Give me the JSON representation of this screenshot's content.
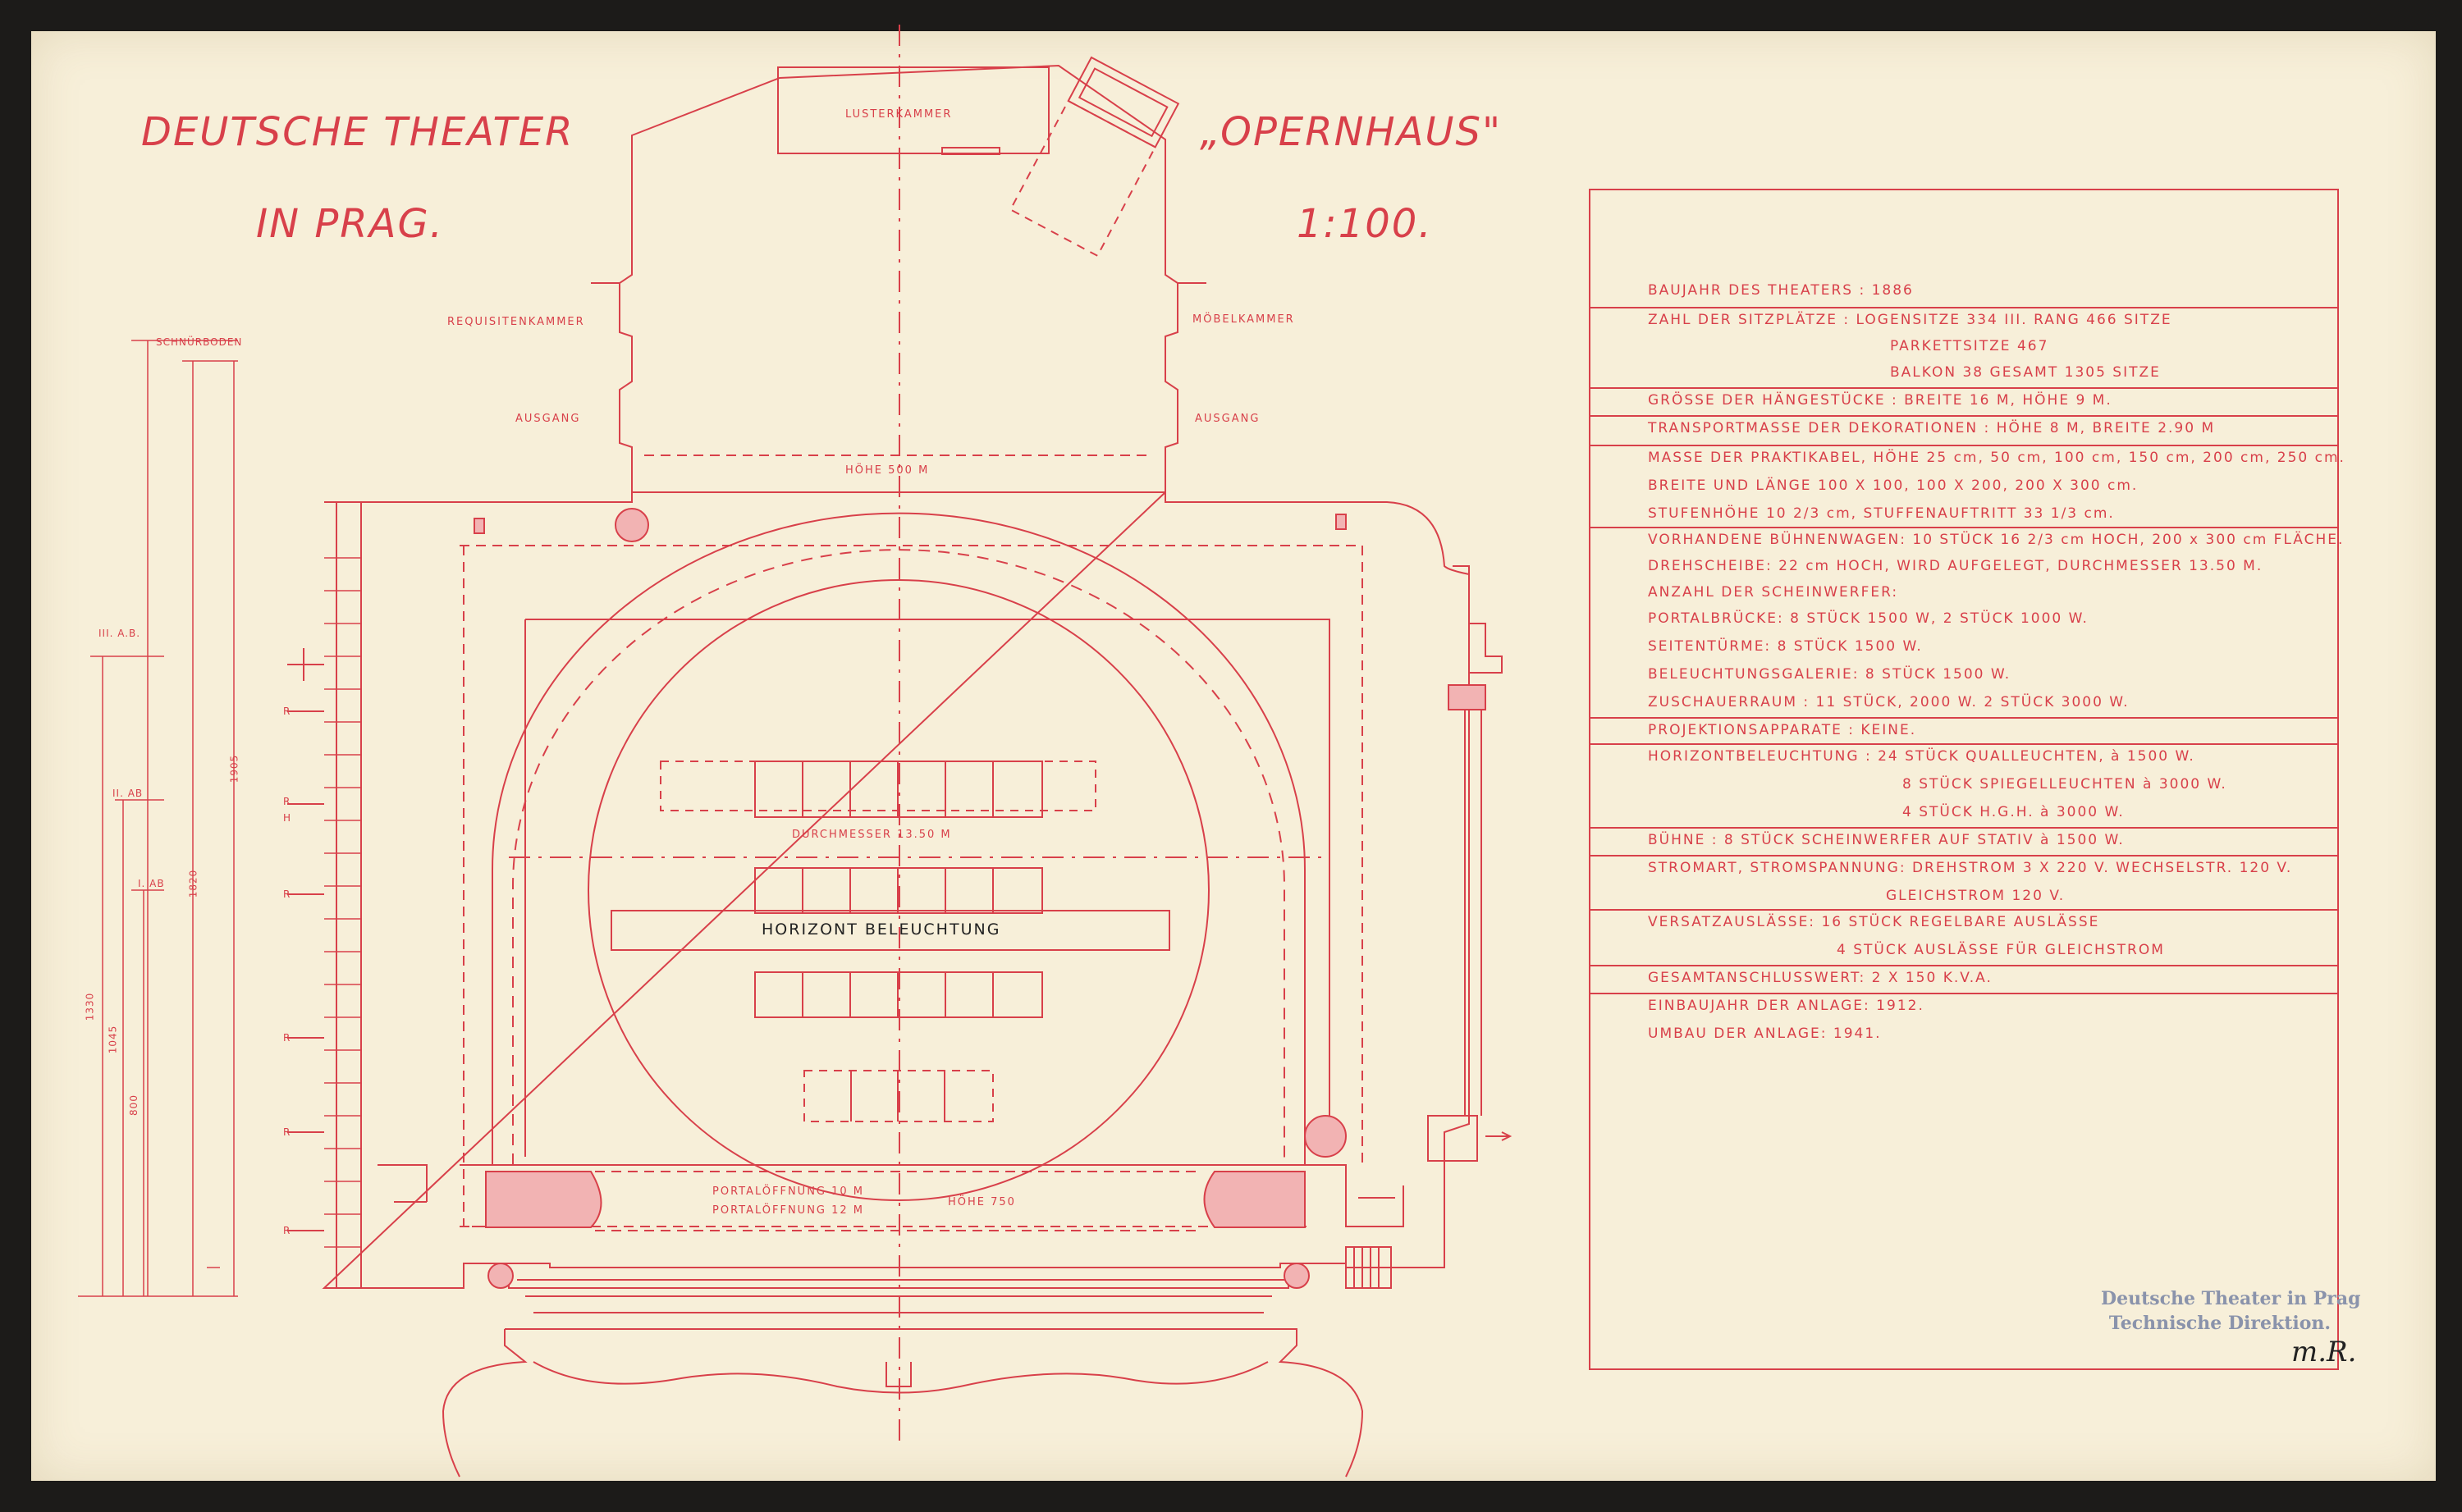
{
  "header": {
    "title_left_1": "DEUTSCHE THEATER",
    "title_left_2": "IN PRAG.",
    "title_right_1": "„OPERNHAUS\"",
    "title_right_2": "1:100."
  },
  "plan_labels": {
    "lusterkammer": "LUSTERKAMMER",
    "requisitenkammer": "REQUISITENKAMMER",
    "moebelkammer": "MÖBELKAMMER",
    "ausgang_left": "AUSGANG",
    "ausgang_right": "AUSGANG",
    "hoehe_500": "HÖHE   500 M",
    "durchmesser": "DURCHMESSER   13.50 M",
    "horizont": "HORIZONT BELEUCHTUNG",
    "portal_1": "PORTALÖFFNUNG  10 M",
    "portal_2": "PORTALÖFFNUNG  12 M",
    "hoehe_750": "HÖHE  750",
    "schnuerboden": "SCHNÜRBODEN",
    "iii_ab": "III. A.B.",
    "ii_ab": "II. AB",
    "i_ab": "I. AB",
    "dim_1905": "1905",
    "dim_1820": "1820",
    "dim_1330": "1330",
    "dim_1045": "1045",
    "dim_800": "800"
  },
  "side_marks": [
    "R",
    "R",
    "H",
    "R",
    "R",
    "R",
    "R"
  ],
  "info_rows": [
    "BAUJAHR DES THEATERS :   1886",
    "ZAHL DER SITZPLÄTZE :      LOGENSITZE  334        III. RANG  466 SITZE",
    "PARKETTSITZE 467",
    "BALKON      38         GESAMT  1305 SITZE",
    "GRÖSSE DER HÄNGESTÜCKE : BREITE 16 M, HÖHE 9 M.",
    "TRANSPORTMASSE DER DEKORATIONEN : HÖHE 8 M, BREITE 2.90 M",
    "MASSE DER PRAKTIKABEL, HÖHE 25 cm, 50 cm, 100 cm, 150 cm, 200 cm, 250 cm.",
    "BREITE UND LÄNGE  100 X 100, 100 X 200, 200 X 300 cm.",
    "STUFENHÖHE  10 2/3 cm, STUFFENAUFTRITT  33 1/3 cm.",
    "VORHANDENE BÜHNENWAGEN:  10 STÜCK  16 2/3 cm HOCH, 200 x 300 cm FLÄCHE.",
    "DREHSCHEIBE: 22 cm HOCH, WIRD AUFGELEGT, DURCHMESSER 13.50 M.",
    "ANZAHL DER SCHEINWERFER:",
    "PORTALBRÜCKE:  8 STÜCK   1500 W,  2 STÜCK   1000 W.",
    "SEITENTÜRME:  8 STÜCK   1500 W.",
    "BELEUCHTUNGSGALERIE:      8 STÜCK  1500 W.",
    "ZUSCHAUERRAUM :     11 STÜCK, 2000 W.  2 STÜCK  3000 W.",
    "PROJEKTIONSAPPARATE :  KEINE.",
    "HORIZONTBELEUCHTUNG :   24 STÜCK QUALLEUCHTEN,  à 1500 W.",
    "8 STÜCK SPIEGELLEUCHTEN  à 3000 W.",
    "4 STÜCK   H.G.H.   à 3000 W.",
    "BÜHNE : 8 STÜCK  SCHEINWERFER AUF STATIV  à 1500 W.",
    "STROMART, STROMSPANNUNG: DREHSTROM 3 X 220 V. WECHSELSTR. 120 V.",
    "GLEICHSTROM   120 V.",
    "VERSATZAUSLÄSSE:  16 STÜCK  REGELBARE  AUSLÄSSE",
    "4 STÜCK   AUSLÄSSE  FÜR  GLEICHSTROM",
    "GESAMTANSCHLUSSWERT:  2 X 150   K.V.A.",
    "EINBAUJAHR DER ANLAGE:   1912.",
    "UMBAU DER ANLAGE:   1941."
  ],
  "stamp": {
    "line1": "Deutsche Theater in Prag",
    "line2": "Technische Direktion."
  },
  "signature": "m.R.",
  "colors": {
    "ink": "#d8404a",
    "paper": "#f7efd9",
    "stamp": "#8a93ab"
  }
}
